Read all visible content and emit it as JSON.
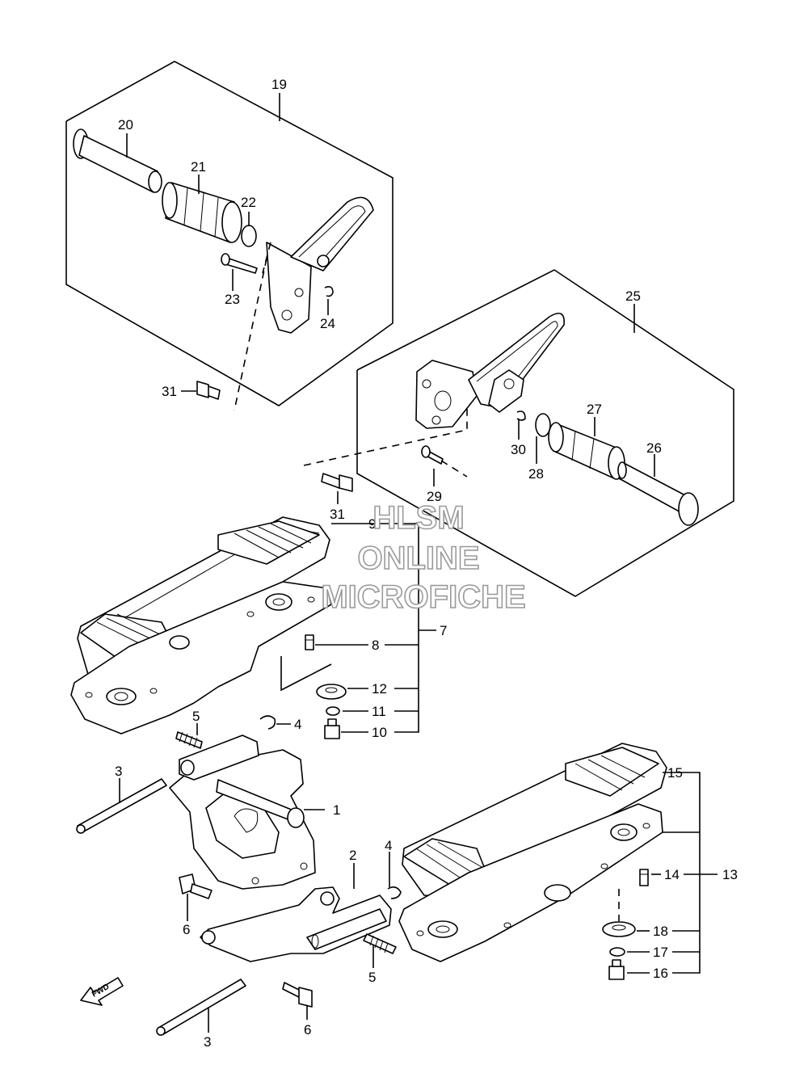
{
  "callouts": {
    "c1": "1",
    "c2": "2",
    "c3a": "3",
    "c3b": "3",
    "c4a": "4",
    "c4b": "4",
    "c5a": "5",
    "c5b": "5",
    "c6a": "6",
    "c6b": "6",
    "c7": "7",
    "c8": "8",
    "c9": "9",
    "c10": "10",
    "c11": "11",
    "c12": "12",
    "c13": "13",
    "c14": "14",
    "c15": "15",
    "c16": "16",
    "c17": "17",
    "c18": "18",
    "c19": "19",
    "c20": "20",
    "c21": "21",
    "c22": "22",
    "c23": "23",
    "c24": "24",
    "c25": "25",
    "c26": "26",
    "c27": "27",
    "c28": "28",
    "c29": "29",
    "c30": "30",
    "c31a": "31",
    "c31b": "31"
  },
  "watermark": {
    "line1": "HLSM",
    "line2": "ONLINE",
    "line3": "MICROFICHE"
  },
  "fwd_label": "FWD"
}
